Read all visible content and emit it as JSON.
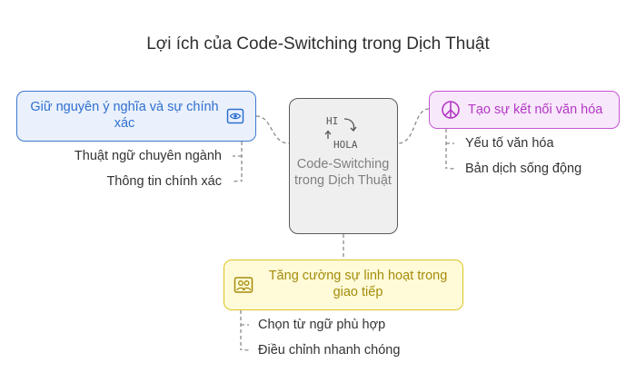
{
  "title": "Lợi ích của Code-Switching trong Dịch Thuật",
  "center": {
    "label": "Code-Switching trong Dịch Thuật",
    "icon": "hi-hola-translate-icon",
    "icon_text_top": "HI",
    "icon_text_bottom": "HOLA"
  },
  "branches": {
    "left": {
      "label": "Giữ nguyên ý nghĩa và sự chính xác",
      "icon": "eye-icon",
      "color": "#3e78cf",
      "items": [
        "Thuật ngữ chuyên ngành",
        "Thông tin chính xác"
      ]
    },
    "right": {
      "label": "Tạo sự kết nối văn hóa",
      "icon": "peace-icon",
      "color": "#c654d5",
      "items": [
        "Yếu tố văn hóa",
        "Bản dịch sống động"
      ]
    },
    "bottom": {
      "label": "Tăng cường sự linh hoạt trong giao tiếp",
      "icon": "people-icon",
      "color": "#ddc323",
      "items": [
        "Chọn từ ngữ phù hợp",
        "Điều chỉnh nhanh chóng"
      ]
    }
  }
}
